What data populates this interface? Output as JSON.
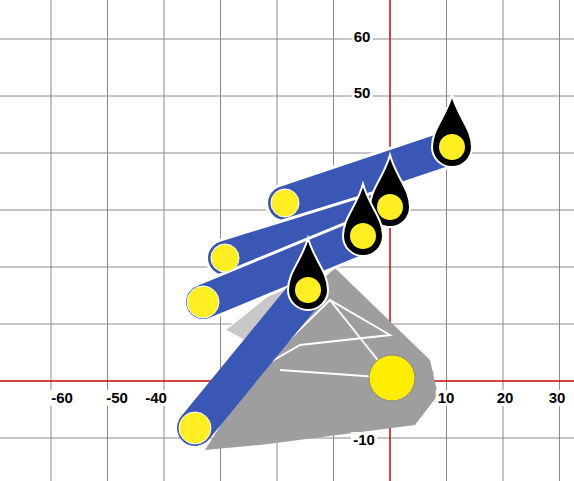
{
  "diagram": {
    "labels": [
      "60",
      "50",
      "-10",
      "-60",
      "-50",
      "-40",
      "10",
      "20",
      "30"
    ]
  }
}
